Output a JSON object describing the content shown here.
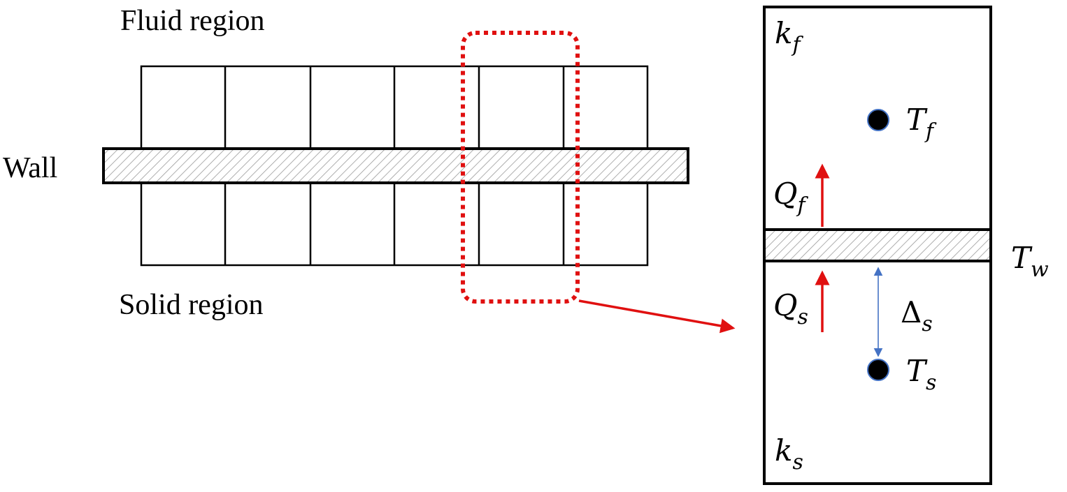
{
  "labels": {
    "fluid_region": "Fluid region",
    "solid_region": "Solid region",
    "wall": "Wall"
  },
  "symbols": {
    "k_f": {
      "base": "k",
      "sub": "f"
    },
    "T_f": {
      "base": "T",
      "sub": "f"
    },
    "Q_f": {
      "base": "Q",
      "sub": "f"
    },
    "T_w": {
      "base": "T",
      "sub": "w"
    },
    "Q_s": {
      "base": "Q",
      "sub": "s"
    },
    "Delta_s": {
      "base": "Δ",
      "sub": "s"
    },
    "T_s": {
      "base": "T",
      "sub": "s"
    },
    "k_s": {
      "base": "k",
      "sub": "s"
    }
  },
  "colors": {
    "highlight": "#e01010",
    "flux_arrow": "#e01010",
    "distance_arrow": "#4472c4",
    "outline": "#000000",
    "hatch": "#9a9a9a"
  },
  "grid": {
    "columns": 6,
    "rows_per_side": 1
  }
}
